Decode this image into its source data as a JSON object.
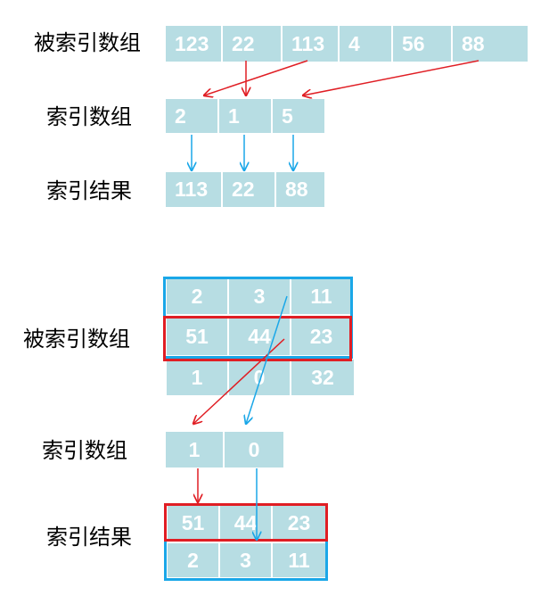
{
  "top": {
    "label_source": "被索引数组",
    "source": [
      "123",
      "22",
      "113",
      "4",
      "56",
      "88"
    ],
    "label_index": "索引数组",
    "index": [
      "2",
      "1",
      "5"
    ],
    "label_result": "索引结果",
    "result": [
      "113",
      "22",
      "88"
    ]
  },
  "bottom": {
    "label_source": "被索引数组",
    "source": [
      [
        "2",
        "3",
        "11"
      ],
      [
        "51",
        "44",
        "23"
      ],
      [
        "1",
        "0",
        "32"
      ]
    ],
    "label_index": "索引数组",
    "index": [
      "1",
      "0"
    ],
    "label_result": "索引结果",
    "result": [
      [
        "51",
        "44",
        "23"
      ],
      [
        "2",
        "3",
        "11"
      ]
    ]
  },
  "colors": {
    "cell": "#b7dde3",
    "red": "#e01e24",
    "blue": "#1aa7e8"
  }
}
